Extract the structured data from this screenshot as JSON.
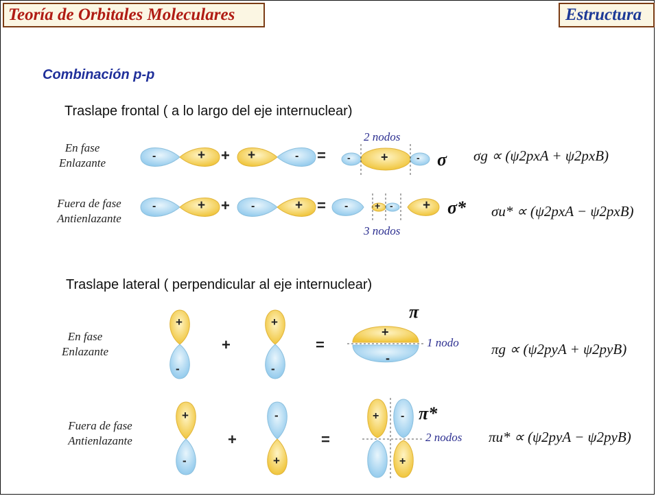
{
  "header": {
    "title": "Teoría de Orbitales Moleculares",
    "section": "Estructura"
  },
  "subtitle": "Combinación p-p",
  "frontal": {
    "heading_bold": "Traslape frontal",
    "heading_rest": " ( a lo largo del eje internuclear)",
    "rows": [
      {
        "label1": "En fase",
        "label2": "Enlazante",
        "nodes": "2 nodos",
        "symbol": "σ",
        "eq": "σg ∝ (ψ2pxA + ψ2pxB)"
      },
      {
        "label1": "Fuera de fase",
        "label2": "Antienlazante",
        "nodes": "3 nodos",
        "symbol": "σ*",
        "eq": "σu* ∝ (ψ2pxA − ψ2pxB)"
      }
    ]
  },
  "lateral": {
    "heading_bold": "Traslape lateral",
    "heading_rest": " ( perpendicular al eje internuclear)",
    "rows": [
      {
        "label1": "En fase",
        "label2": "Enlazante",
        "nodes": "1 nodo",
        "symbol": "π",
        "eq": "πg ∝ (ψ2pyA + ψ2pyB)"
      },
      {
        "label1": "Fuera de fase",
        "label2": "Antienlazante",
        "nodes": "2 nodos",
        "symbol": "π*",
        "eq": "πu* ∝ (ψ2pyA − ψ2pyB)"
      }
    ]
  },
  "signs": {
    "plus": "+",
    "minus": "-",
    "equals": "="
  },
  "colors": {
    "positive_lobe": "#f1c948",
    "negative_lobe": "#a6d4ef",
    "node_label": "#2c2f90",
    "title": "#b01b13"
  }
}
